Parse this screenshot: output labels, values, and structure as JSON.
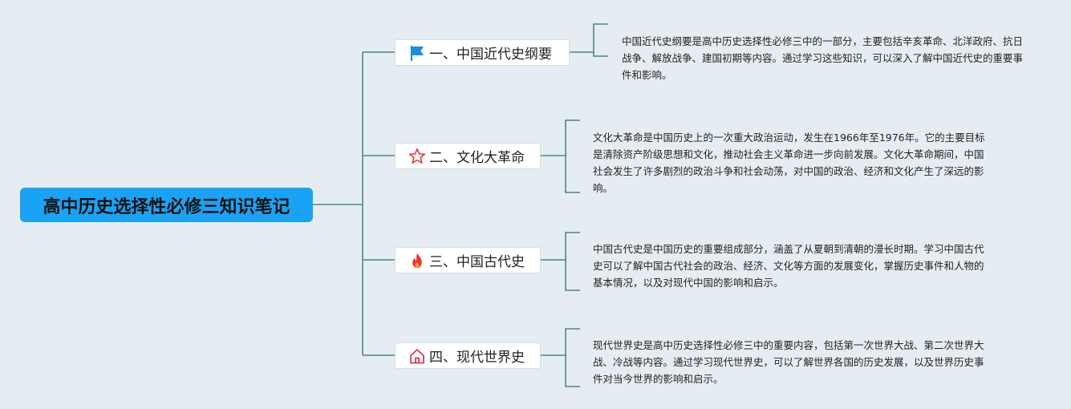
{
  "root": {
    "title": "高中历史选择性必修三知识笔记"
  },
  "branches": [
    {
      "label": "一、中国近代史纲要",
      "icon": "flag-icon",
      "note": "中国近代史纲要是高中历史选择性必修三中的一部分，主要包括辛亥革命、北洋政府、抗日战争、解放战争、建国初期等内容。通过学习这些知识，可以深入了解中国近代史的重要事件和影响。"
    },
    {
      "label": "二、文化大革命",
      "icon": "star-icon",
      "note": "文化大革命是中国历史上的一次重大政治运动，发生在1966年至1976年。它的主要目标是清除资产阶级思想和文化，推动社会主义革命进一步向前发展。文化大革命期间，中国社会发生了许多剧烈的政治斗争和社会动荡，对中国的政治、经济和文化产生了深远的影响。"
    },
    {
      "label": "三、中国古代史",
      "icon": "fire-icon",
      "note": "中国古代史是中国历史的重要组成部分，涵盖了从夏朝到清朝的漫长时期。学习中国古代史可以了解中国古代社会的政治、经济、文化等方面的发展变化，掌握历史事件和人物的基本情况，以及对现代中国的影响和启示。"
    },
    {
      "label": "四、现代世界史",
      "icon": "house-icon",
      "note": "现代世界史是高中历史选择性必修三中的重要内容，包括第一次世界大战、第二次世界大战、冷战等内容。通过学习现代世界史，可以了解世界各国的历史发展，以及世界历史事件对当今世界的影响和启示。"
    }
  ],
  "colors": {
    "background": "#e6edf2",
    "root_fill": "#1aa3f4",
    "connector": "#4e8a78",
    "flag": "#1a8fe0",
    "star": "#e03a3a",
    "fire": "#e8382b",
    "house": "#d83a5a"
  }
}
